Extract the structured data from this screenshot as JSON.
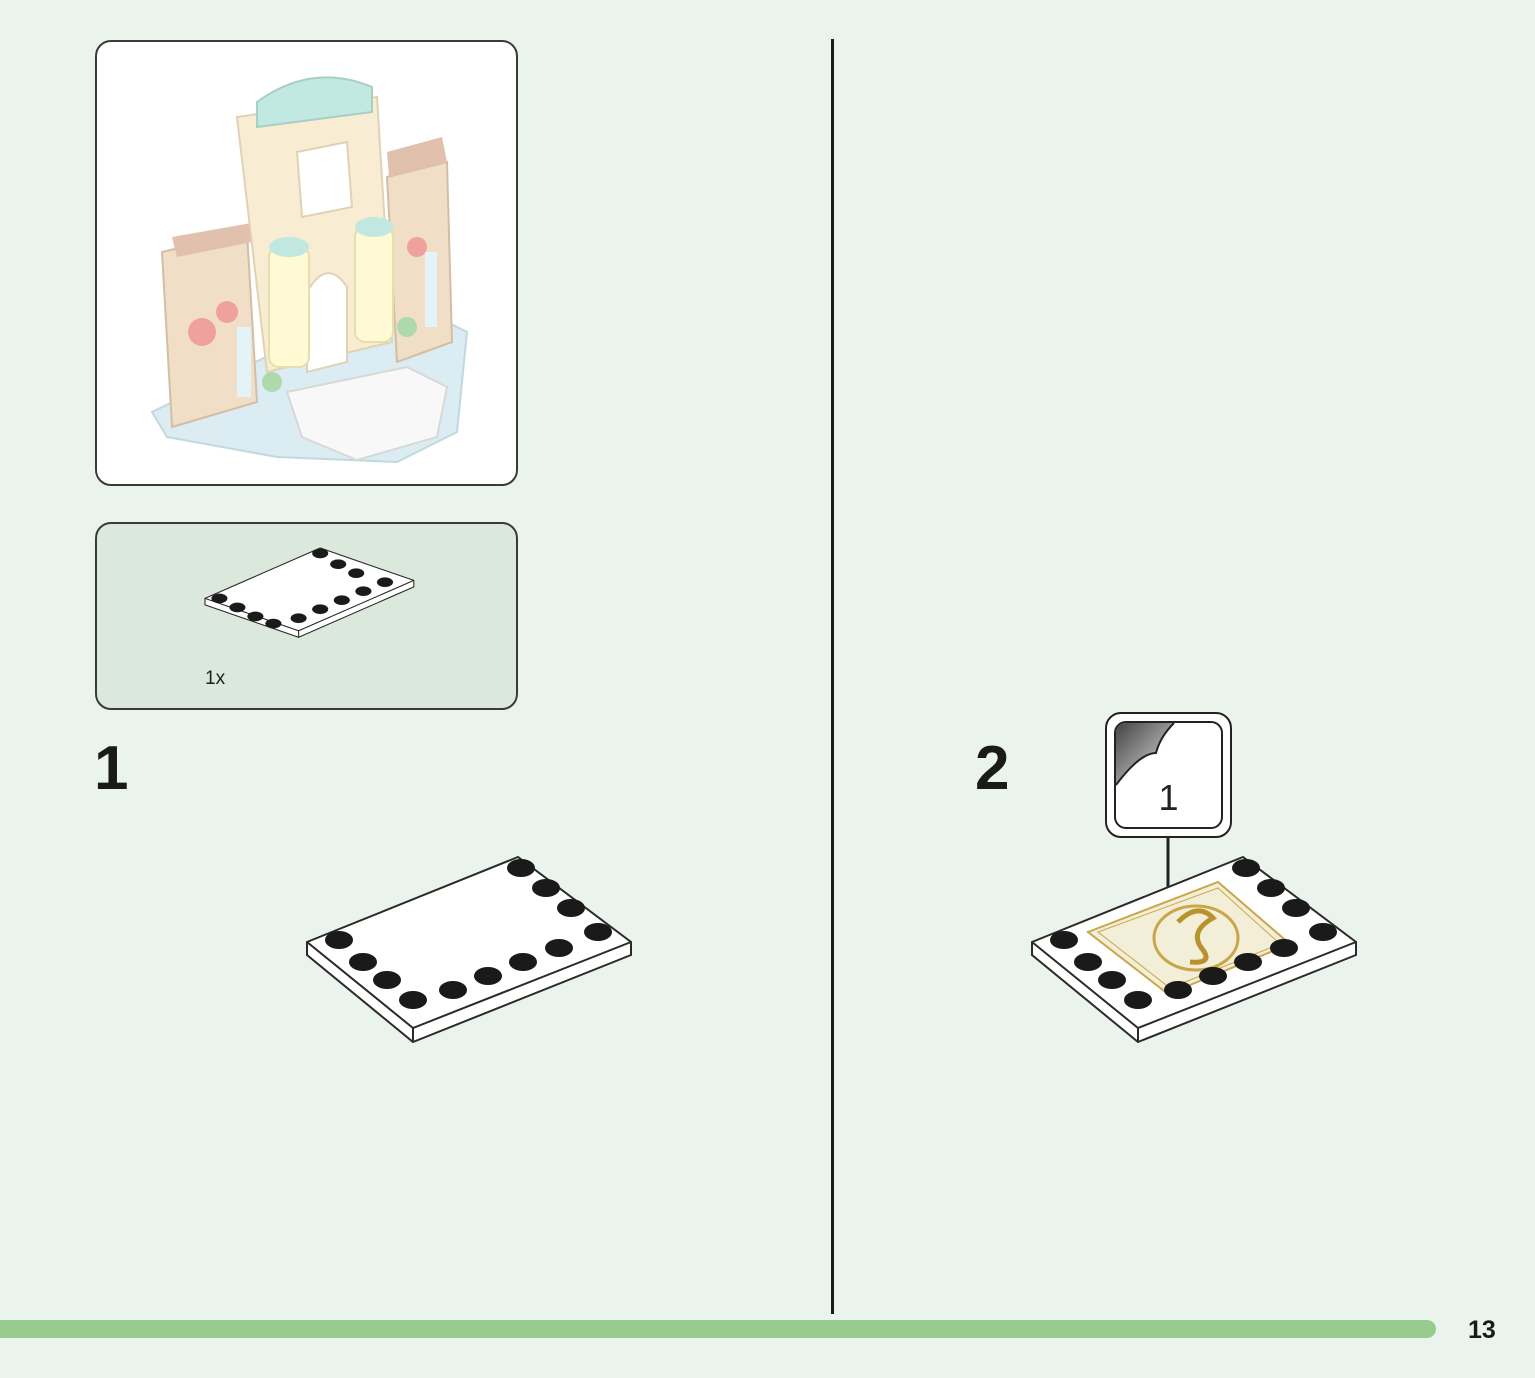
{
  "parts_list": {
    "quantity": "1x"
  },
  "steps": [
    {
      "number": "1"
    },
    {
      "number": "2",
      "sticker_number": "1"
    }
  ],
  "page": {
    "number": "13"
  },
  "colors": {
    "background": "#eaf4ec",
    "progress_bar": "#97cc8e",
    "parts_panel": "#dbe8dc"
  },
  "icons": [
    "sticker-peel-icon",
    "castle-model-image",
    "tile-plate-image"
  ]
}
